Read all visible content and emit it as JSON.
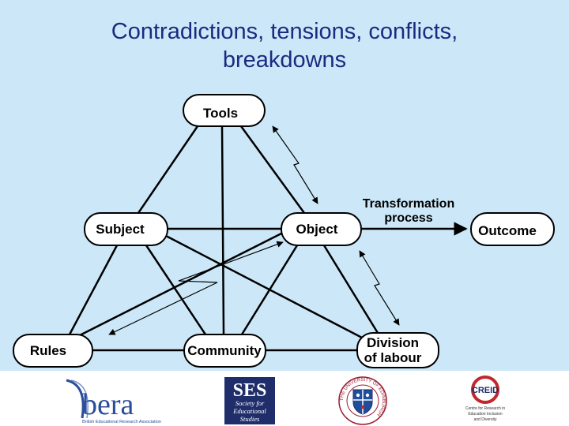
{
  "title": {
    "line1": "Contradictions, tensions, conflicts,",
    "line2": "breakdowns"
  },
  "nodes": {
    "tools": "Tools",
    "subject": "Subject",
    "object": "Object",
    "outcome": "Outcome",
    "rules": "Rules",
    "community": "Community",
    "division_line1": "Division",
    "division_line2": "of labour"
  },
  "edge_labels": {
    "transformation_line1": "Transformation",
    "transformation_line2": "process"
  },
  "colors": {
    "background": "#cce8f8",
    "title": "#1c2a80",
    "node_fill": "#ffffff",
    "stroke": "#000000",
    "bera_blue": "#2a4d9c",
    "ses_navy": "#1f2d6b",
    "creid_red": "#c0282d"
  },
  "logos": {
    "bera": {
      "text": "bera",
      "caption": "British Educational Research Association"
    },
    "ses": {
      "text": "SES",
      "tagline_line1": "Society for",
      "tagline_line2": "Educational",
      "tagline_line3": "Studies"
    },
    "edinburgh": {
      "icon": "university-crest-icon",
      "ring_text": "THE UNIVERSITY OF EDINBURGH"
    },
    "creid": {
      "text": "CREID",
      "caption_line1": "Centre for Research in",
      "caption_line2": "Education Inclusion",
      "caption_line3": "and Diversity"
    }
  }
}
